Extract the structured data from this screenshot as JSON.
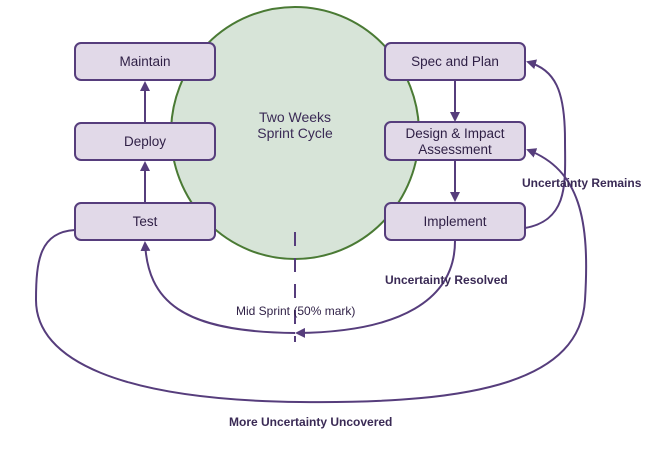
{
  "diagram": {
    "center": {
      "line1": "Two Weeks",
      "line2": "Sprint Cycle"
    },
    "nodes": {
      "maintain": "Maintain",
      "deploy": "Deploy",
      "test": "Test",
      "spec": "Spec and Plan",
      "design_line1": "Design & Impact",
      "design_line2": "Assessment",
      "implement": "Implement"
    },
    "labels": {
      "uncertainty_remains": "Uncertainty Remains",
      "uncertainty_resolved": "Uncertainty Resolved",
      "mid_sprint": "Mid Sprint (50% mark)",
      "more_uncertainty": "More Uncertainty Uncovered"
    },
    "colors": {
      "node_fill": "#e1d9e8",
      "node_stroke": "#563d7c",
      "circle_fill": "#d7e4d8",
      "circle_stroke": "#4a7a34",
      "arrow": "#563d7c"
    }
  }
}
